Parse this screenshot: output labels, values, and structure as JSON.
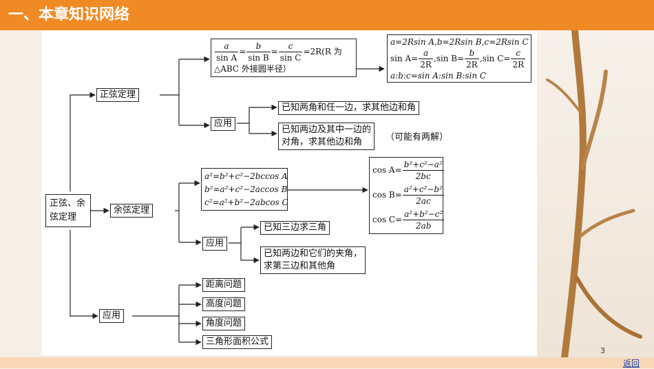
{
  "header": {
    "title": "一、本章知识网络"
  },
  "root": {
    "line1": "正弦、余",
    "line2": "弦定理"
  },
  "sine": {
    "label": "正弦定理",
    "formula": {
      "a": "a",
      "b": "b",
      "c": "c",
      "sinA": "sin A",
      "sinB": "sin B",
      "sinC": "sin C",
      "tail": "=2R(R 为",
      "line2": "△ABC 外接圆半径）"
    },
    "derived": {
      "line1": "a=2Rsin A,b=2Rsin B,c=2Rsin C",
      "sinA": "sin A=",
      "sinB": ",sin B=",
      "sinC": ",sin C=",
      "a": "a",
      "b": "b",
      "c": "c",
      "den": "2R",
      "line3": "a:b:c=sin A:sin B:sin C"
    },
    "apply_label": "应用",
    "apply_items": [
      "已知两角和任一边，求其他边和角",
      "已知两边及其中一边的",
      "对角，求其他边和角"
    ],
    "note": "（可能有两解）"
  },
  "cosine": {
    "label": "余弦定理",
    "formulas": [
      "a²=b²+c²−2bccos A",
      "b²=a²+c²−2accos B",
      "c²=a²+b²−2abcos C"
    ],
    "derived": [
      {
        "lhs": "cos A=",
        "num": "b²+c²−a²",
        "den": "2bc"
      },
      {
        "lhs": "cos B=",
        "num": "a²+c²−b²",
        "den": "2ac"
      },
      {
        "lhs": "cos C=",
        "num": "a²+b²−c²",
        "den": "2ab"
      }
    ],
    "apply_label": "应用",
    "apply_items": [
      "已知三边求三角",
      "已知两边和它们的夹角，",
      "求第三边和其他角"
    ]
  },
  "application": {
    "label": "应用",
    "items": [
      "距离问题",
      "高度问题",
      "角度问题",
      "三角形面积公式"
    ]
  },
  "footer": {
    "page": "3",
    "back": "返回"
  }
}
